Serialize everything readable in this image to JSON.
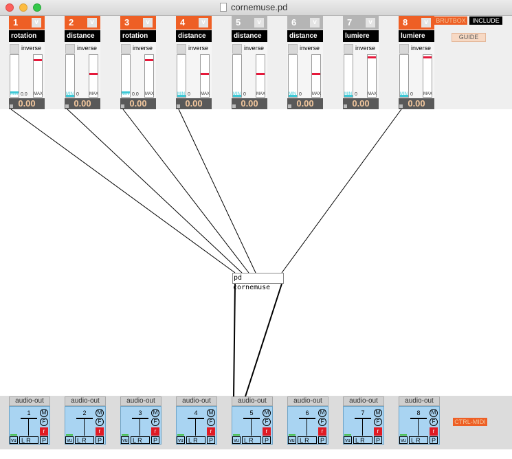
{
  "window": {
    "title": "cornemuse.pd"
  },
  "modules": [
    {
      "num": "1",
      "label": "rotation",
      "active": true,
      "inverse": "inverse",
      "value": "0.00",
      "min": "MIN",
      "zero": "0.0",
      "max": "MAX",
      "level": 0.08,
      "limit": 0.9
    },
    {
      "num": "2",
      "label": "distance",
      "active": true,
      "inverse": "inverse",
      "value": "0.00",
      "min": "MIN",
      "zero": "0",
      "max": "MAX",
      "level": 0.0,
      "limit": 0.55
    },
    {
      "num": "3",
      "label": "rotation",
      "active": true,
      "inverse": "inverse",
      "value": "0.00",
      "min": "MIN",
      "zero": "0.0",
      "max": "MAX",
      "level": 0.08,
      "limit": 0.9
    },
    {
      "num": "4",
      "label": "distance",
      "active": true,
      "inverse": "inverse",
      "value": "0.00",
      "min": "MIN",
      "zero": "0",
      "max": "MAX",
      "level": 0.0,
      "limit": 0.55
    },
    {
      "num": "5",
      "label": "distance",
      "active": false,
      "inverse": "inverse",
      "value": "0.00",
      "min": "MIN",
      "zero": "0",
      "max": "MAX",
      "level": 0.0,
      "limit": 0.55
    },
    {
      "num": "6",
      "label": "distance",
      "active": false,
      "inverse": "inverse",
      "value": "0.00",
      "min": "MIN",
      "zero": "0",
      "max": "MAX",
      "level": 0.0,
      "limit": 0.55
    },
    {
      "num": "7",
      "label": "lumiere",
      "active": false,
      "inverse": "inverse",
      "value": "0.00",
      "min": "MIN",
      "zero": "0",
      "max": "MAX",
      "level": 0.0,
      "limit": 0.97
    },
    {
      "num": "8",
      "label": "lumiere",
      "active": true,
      "inverse": "inverse",
      "value": "0.00",
      "min": "MIN",
      "zero": "0",
      "max": "MAX",
      "level": 0.0,
      "limit": 0.97
    }
  ],
  "buttons": {
    "brutbox": "BRUTBOX",
    "include": "INCLUDE",
    "guide": "GUIDE",
    "ctrl_midi": "CTRL-MIDI"
  },
  "pd_object": "pd cornemuse",
  "audio_outs": [
    {
      "title": "audio-out",
      "num": "1"
    },
    {
      "title": "audio-out",
      "num": "2"
    },
    {
      "title": "audio-out",
      "num": "3"
    },
    {
      "title": "audio-out",
      "num": "4"
    },
    {
      "title": "audio-out",
      "num": "5"
    },
    {
      "title": "audio-out",
      "num": "6"
    },
    {
      "title": "audio-out",
      "num": "7"
    },
    {
      "title": "audio-out",
      "num": "8"
    }
  ],
  "audio_out_labels": {
    "m": "M",
    "f": "F",
    "r": "r",
    "p": "P",
    "vu": "vu",
    "lr": "L R"
  },
  "colors": {
    "accent_orange": "#ee5f25",
    "inactive_grey": "#b5b5b5",
    "audio_blue": "#a9d4f2",
    "record_red": "#e01b24",
    "meter_cyan": "#3ec9d6",
    "limit_red": "#e6193b"
  }
}
